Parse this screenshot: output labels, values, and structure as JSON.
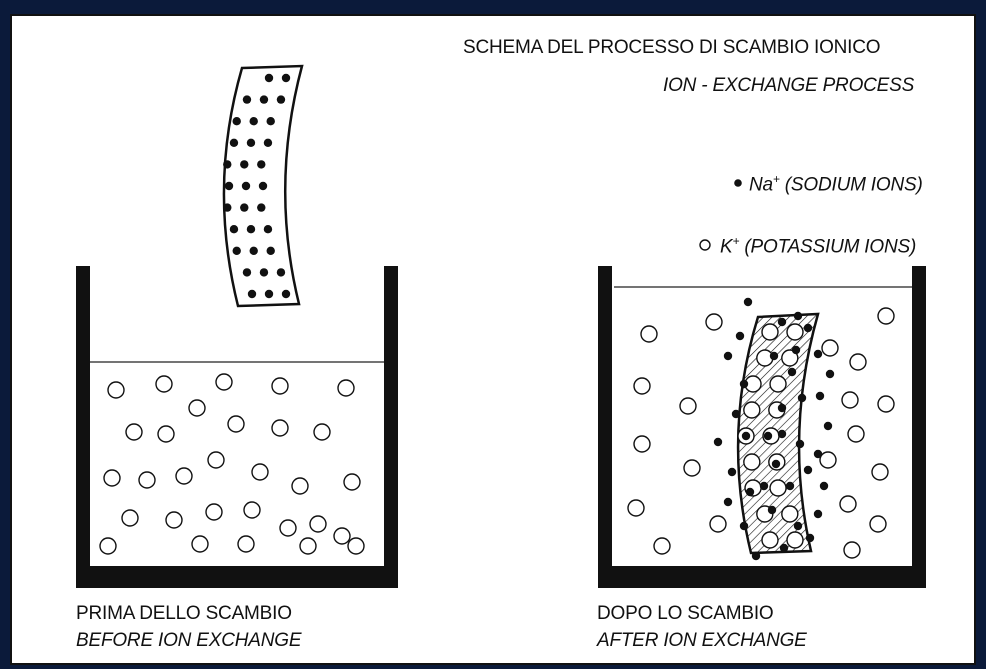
{
  "title": {
    "italian": "SCHEMA DEL PROCESSO DI SCAMBIO IONICO",
    "english": "ION - EXCHANGE PROCESS"
  },
  "legend": {
    "sodium": {
      "symbol": "Na",
      "charge": "+",
      "text": "(SODIUM IONS)",
      "marker": "filled dot"
    },
    "potassium": {
      "symbol": "K",
      "charge": "+",
      "text": "(POTASSIUM IONS)",
      "marker": "open circle"
    }
  },
  "panels": {
    "before": {
      "italian": "PRIMA DELLO SCAMBIO",
      "english": "BEFORE ION EXCHANGE"
    },
    "after": {
      "italian": "DOPO LO SCAMBIO",
      "english": "AFTER ION EXCHANGE"
    }
  },
  "colors": {
    "ink": "#111111",
    "background": "#ffffff",
    "frame": "#0b1a3a"
  }
}
